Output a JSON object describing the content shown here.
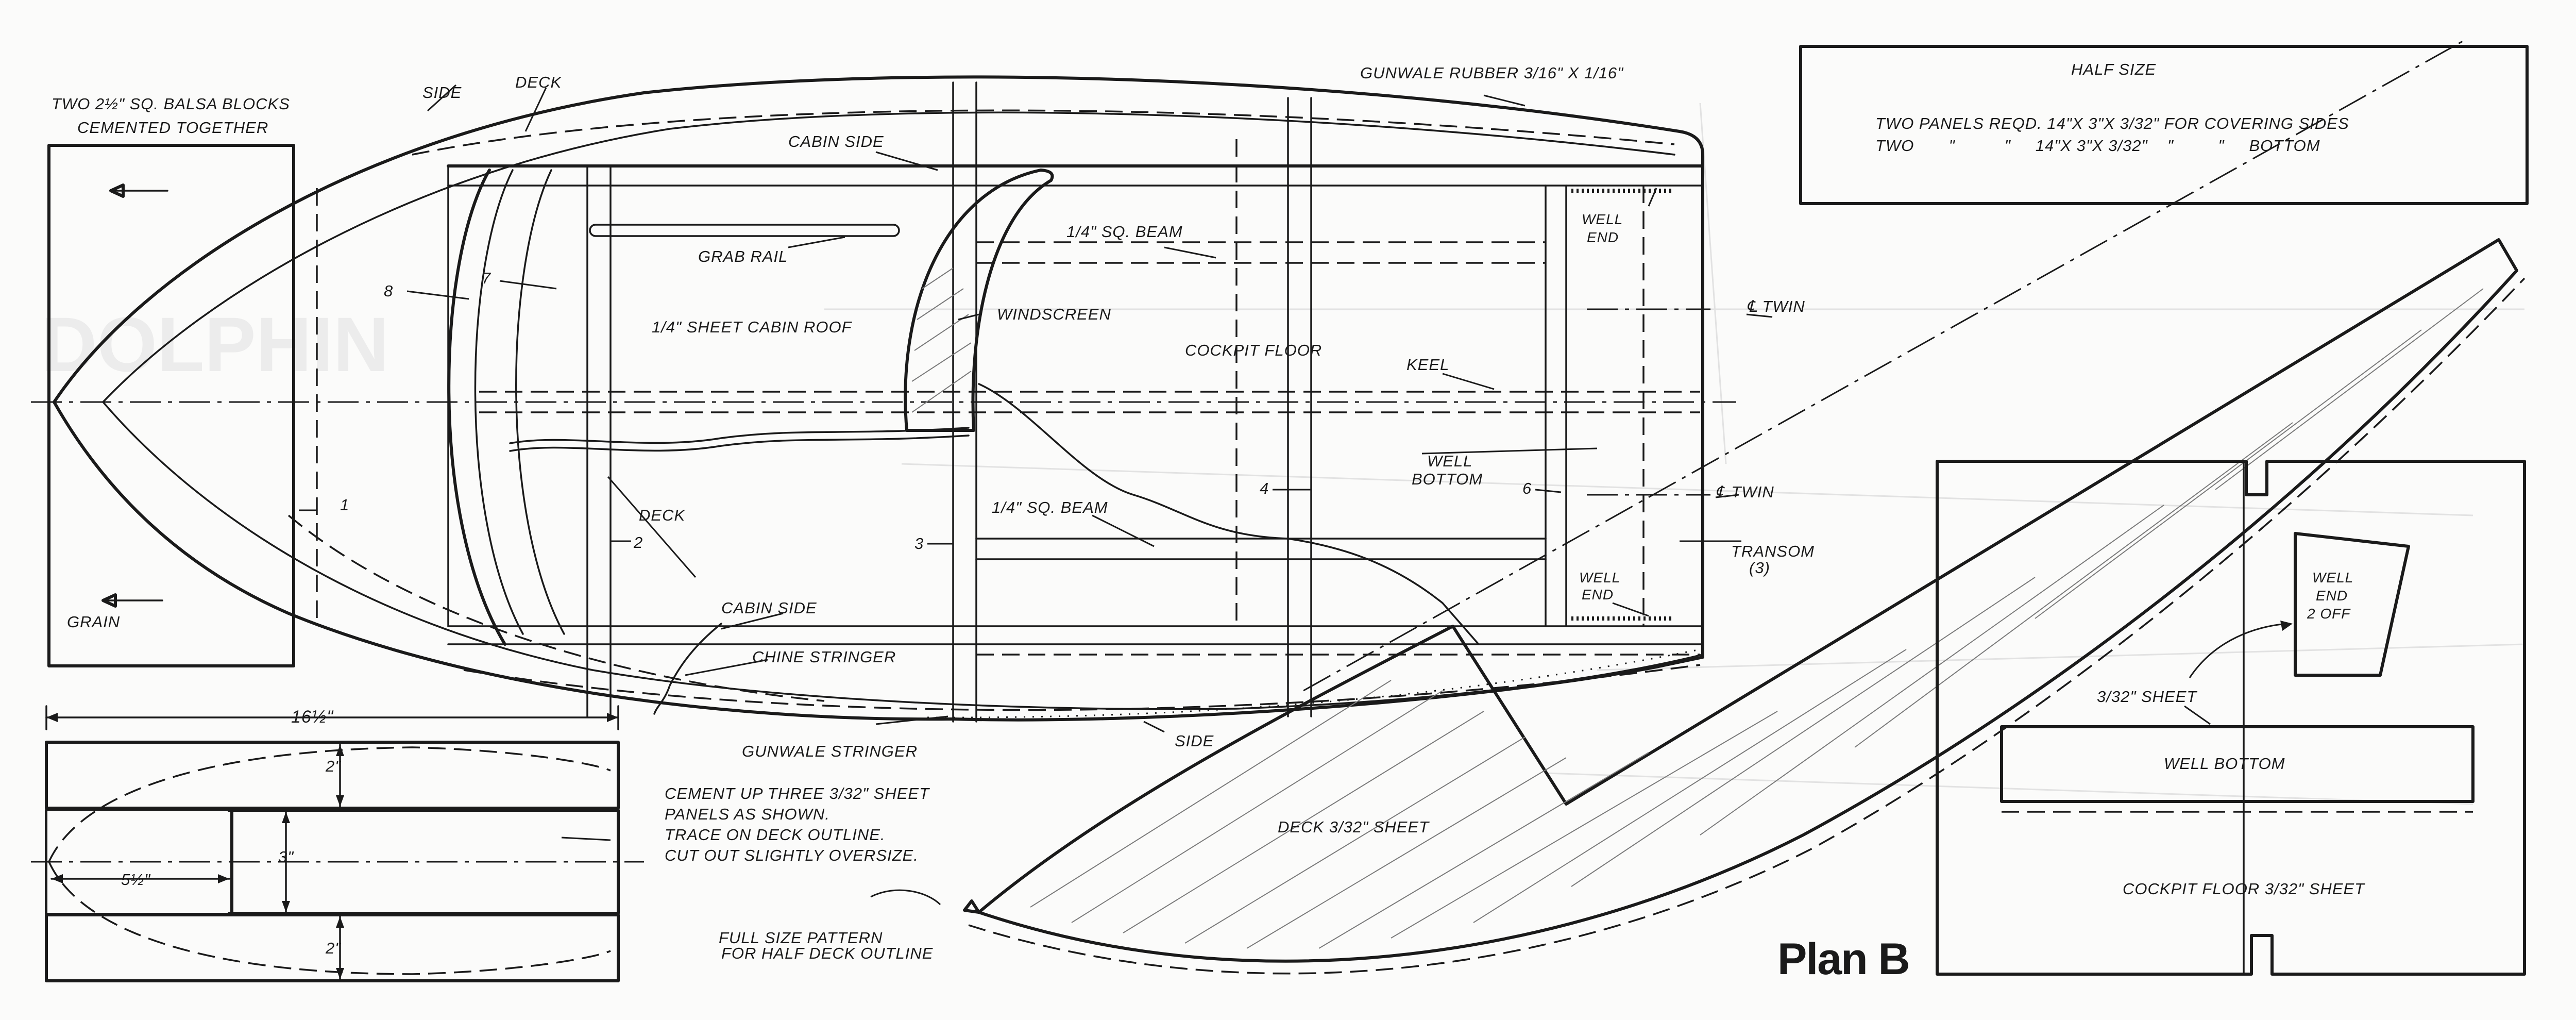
{
  "labels": {
    "balsa_blocks_1": "TWO 2½\" SQ. BALSA BLOCKS",
    "balsa_blocks_2": "CEMENTED TOGETHER",
    "grain": "GRAIN",
    "side_top": "SIDE",
    "deck_top": "DECK",
    "gunwale_rubber": "GUNWALE RUBBER 3/16\" X 1/16\"",
    "cabin_side_top": "CABIN SIDE",
    "grab_rail": "GRAB RAIL",
    "beam_top": "1/4\" SQ. BEAM",
    "windscreen": "WINDSCREEN",
    "cabin_roof": "1/4\" SHEET CABIN ROOF",
    "cockpit_floor": "COCKPIT FLOOR",
    "keel": "KEEL",
    "well_end_top_1": "WELL",
    "well_end_top_2": "END",
    "cl_twin_top": "℄ TWIN",
    "cl_twin_mid": "℄ TWIN",
    "well_bottom_1": "WELL",
    "well_bottom_2": "BOTTOM",
    "beam_bottom": "1/4\" SQ. BEAM",
    "deck_mid": "DECK",
    "transom_1": "TRANSOM",
    "transom_2": "(3)",
    "well_end_bot_1": "WELL",
    "well_end_bot_2": "END",
    "cabin_side_bottom": "CABIN SIDE",
    "chine_stringer": "CHINE STRINGER",
    "gunwale_stringer": "GUNWALE STRINGER",
    "side_bottom": "SIDE",
    "former_8": "8",
    "former_7": "7",
    "former_1": "1",
    "former_2": "2",
    "former_3": "3",
    "former_4": "4",
    "former_6": "6"
  },
  "half_size": {
    "title": "HALF SIZE",
    "line1": "TWO PANELS REQD. 14\"X 3\"X 3/32\" FOR COVERING SIDES",
    "line2": "TWO       \"          \"     14\"X 3\"X 3/32\"    \"         \"     BOTTOM"
  },
  "dimensions": {
    "overall_length": "16½\"",
    "width_top": "2\"",
    "width_mid": "3\"",
    "width_bottom": "2\"",
    "offset": "5½\""
  },
  "notes": {
    "cement_1": "CEMENT UP THREE 3/32\" SHEET",
    "cement_2": "PANELS AS SHOWN.",
    "cement_3": "TRACE ON DECK OUTLINE.",
    "cement_4": "CUT OUT SLIGHTLY OVERSIZE.",
    "pattern_1": "FULL SIZE PATTERN",
    "pattern_2": "FOR HALF DECK OUTLINE",
    "deck_sheet": "DECK 3/32\" SHEET"
  },
  "parts": {
    "well_end_1": "WELL",
    "well_end_2": "END",
    "well_end_3": "2 OFF",
    "sheet": "3/32\" SHEET",
    "well_bottom": "WELL BOTTOM",
    "cockpit_floor": "COCKPIT FLOOR 3/32\" SHEET"
  },
  "title": "Plan B",
  "ghost_text": "DOLPHIN"
}
